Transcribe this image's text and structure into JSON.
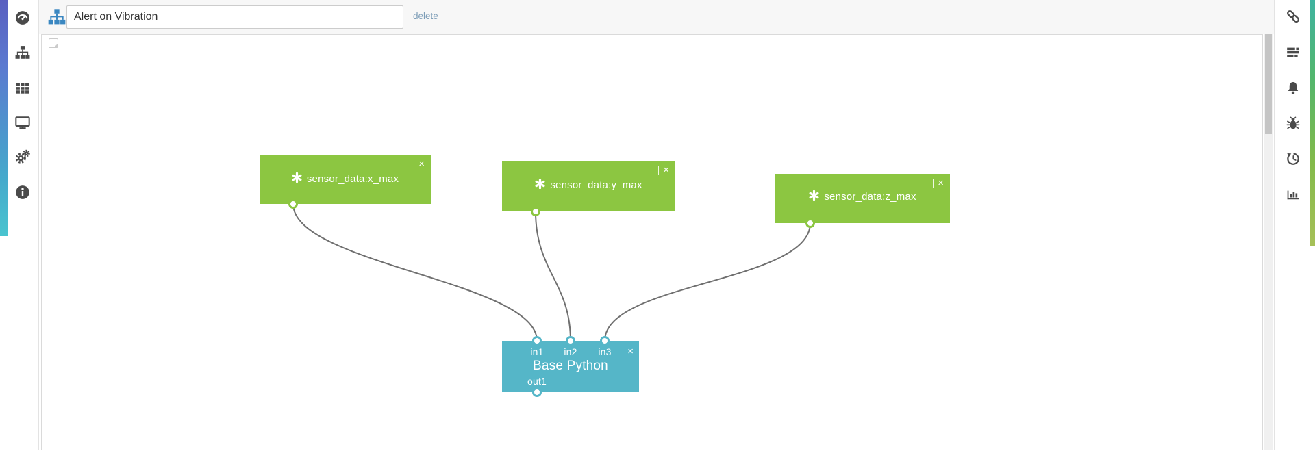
{
  "header": {
    "flow_name": "Alert on Vibration",
    "delete_label": "delete"
  },
  "ui": {
    "close": "×"
  },
  "left_sidebar": {
    "items": [
      {
        "icon": "dashboard-gauge-icon"
      },
      {
        "icon": "flows-sitemap-icon"
      },
      {
        "icon": "data-table-icon"
      },
      {
        "icon": "monitor-icon"
      },
      {
        "icon": "settings-gears-icon"
      },
      {
        "icon": "info-icon"
      }
    ]
  },
  "right_sidebar": {
    "items": [
      {
        "icon": "link-icon"
      },
      {
        "icon": "list-icon"
      },
      {
        "icon": "notifications-bell-icon"
      },
      {
        "icon": "debug-bug-icon"
      },
      {
        "icon": "history-icon"
      },
      {
        "icon": "analytics-bar-chart-icon"
      }
    ]
  },
  "canvas": {
    "nodes": [
      {
        "id": "n1",
        "label": "sensor_data:x_max",
        "color": "#8cc641",
        "outputs": 1
      },
      {
        "id": "n2",
        "label": "sensor_data:y_max",
        "color": "#8cc641",
        "outputs": 1
      },
      {
        "id": "n3",
        "label": "sensor_data:z_max",
        "color": "#8cc641",
        "outputs": 1
      },
      {
        "id": "bp",
        "label": "Base Python",
        "color": "#55b6c8",
        "inputs": [
          "in1",
          "in2",
          "in3"
        ],
        "outputs_labels": [
          "out1"
        ]
      }
    ],
    "connections": [
      {
        "from": "sensor_data:x_max",
        "to": "Base Python:in1"
      },
      {
        "from": "sensor_data:y_max",
        "to": "Base Python:in2"
      },
      {
        "from": "sensor_data:z_max",
        "to": "Base Python:in3"
      }
    ],
    "wire_color": "#6f6f6f"
  }
}
